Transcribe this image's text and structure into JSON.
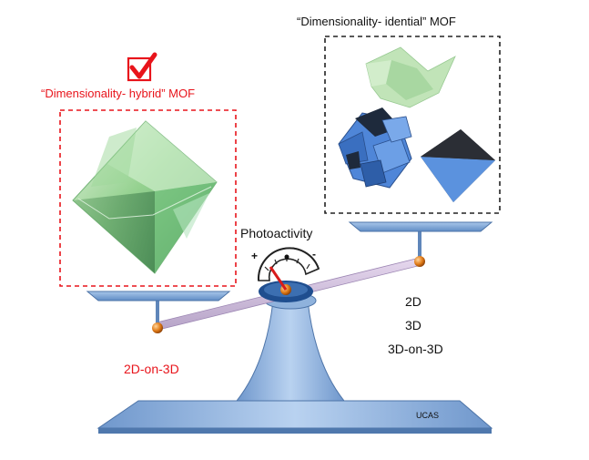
{
  "hybrid_label": "“Dimensionality- hybrid” MOF",
  "identical_label": "“Dimensionality- idential” MOF",
  "photoactivity_label": "Photoactivity",
  "gauge": {
    "plus": "+",
    "minus": "-"
  },
  "hybrid_list": [
    "2D-on-3D"
  ],
  "identical_list": [
    "2D",
    "3D",
    "3D-on-3D"
  ],
  "base_text": "UCAS",
  "colors": {
    "accent_red": "#e8141b",
    "balance_blue": "#7fa6d4",
    "crystal_green": "#8fd08a",
    "crystal_blue": "#4f86d8",
    "pivot_orange": "#e07a16"
  },
  "icons": [
    "checkmark-icon"
  ]
}
